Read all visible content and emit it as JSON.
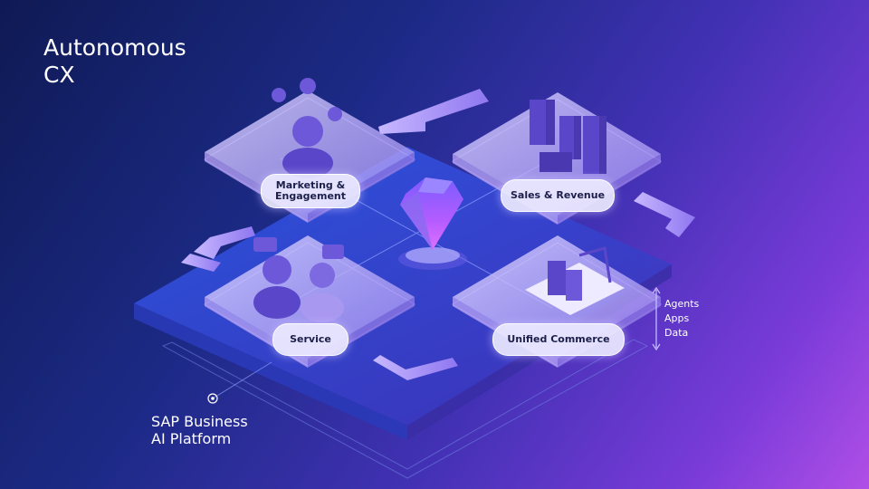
{
  "title": {
    "line1": "Autonomous",
    "line2": "CX"
  },
  "platform": {
    "line1": "SAP Business",
    "line2": "AI Platform"
  },
  "modules": {
    "marketing": {
      "line1": "Marketing &",
      "line2": "Engagement"
    },
    "sales": "Sales & Revenue",
    "service": "Service",
    "commerce": "Unified Commerce"
  },
  "layers": [
    "Agents",
    "Apps",
    "Data"
  ],
  "colors": {
    "background_start": "#0f1a54",
    "background_end": "#b04fe6",
    "accent": "#a98cff",
    "pill": "#ece9ff"
  }
}
